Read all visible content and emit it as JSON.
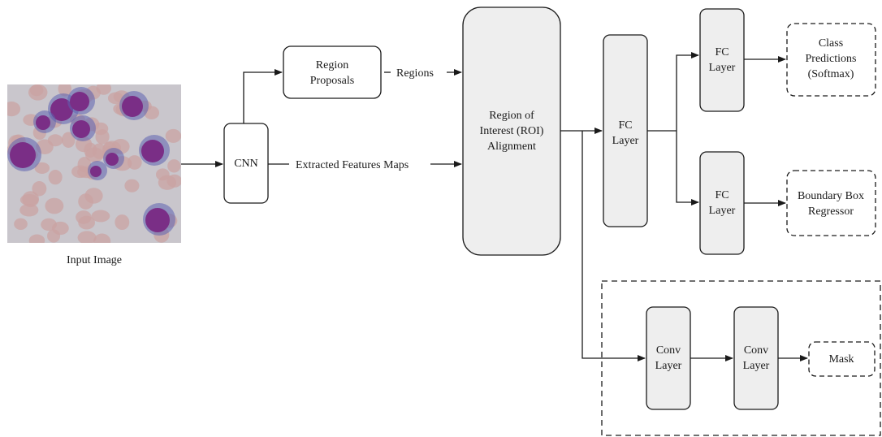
{
  "diagram": {
    "input_image": {
      "caption": "Input Image",
      "icon": "microscopy-blood-cells-image"
    },
    "cnn": {
      "label": "CNN"
    },
    "region_proposals": {
      "line1": "Region",
      "line2": "Proposals"
    },
    "regions_edge": {
      "label": "Regions"
    },
    "features_edge": {
      "label": "Extracted Features Maps"
    },
    "roi_alignment": {
      "line1": "Region of",
      "line2": "Interest (ROI)",
      "line3": "Alignment"
    },
    "fc_main": {
      "line1": "FC",
      "line2": "Layer"
    },
    "fc_top": {
      "line1": "FC",
      "line2": "Layer"
    },
    "fc_bottom": {
      "line1": "FC",
      "line2": "Layer"
    },
    "class_predictions": {
      "line1": "Class",
      "line2": "Predictions",
      "line3": "(Softmax)"
    },
    "bbox_regressor": {
      "line1": "Boundary Box",
      "line2": "Regressor"
    },
    "conv1": {
      "line1": "Conv",
      "line2": "Layer"
    },
    "conv2": {
      "line1": "Conv",
      "line2": "Layer"
    },
    "mask": {
      "label": "Mask"
    }
  },
  "colors": {
    "stroke": "#1a1a1a",
    "layer_fill": "#eeeeee",
    "plain_fill": "#ffffff",
    "image_background": "#c9c6cc",
    "nucleus": "#7a2e86",
    "cytoplasm": "#5c63b0",
    "rbc": "#c9a3a3"
  }
}
